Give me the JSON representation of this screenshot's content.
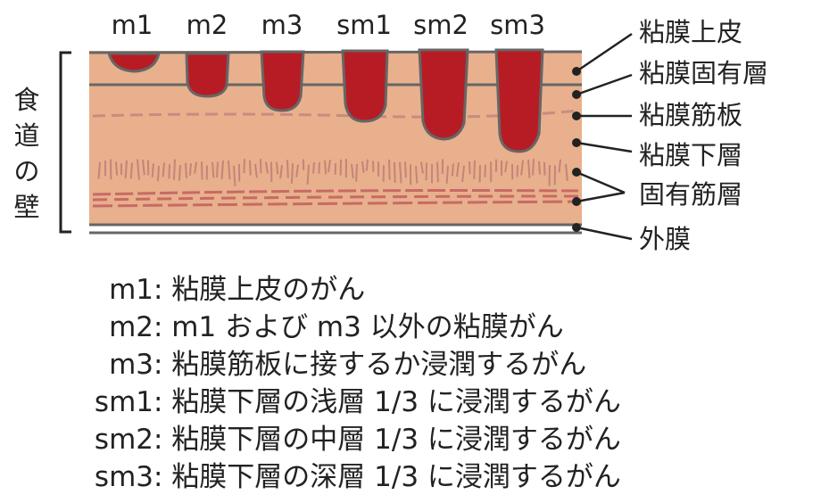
{
  "diagram": {
    "depth_labels": [
      "m1",
      "m2",
      "m3",
      "sm1",
      "sm2",
      "sm3"
    ],
    "wall_label": [
      "食",
      "道",
      "の",
      "壁"
    ],
    "layers": {
      "epithelium": "粘膜上皮",
      "lamina_propria": "粘膜固有層",
      "muscularis_mucosae": "粘膜筋板",
      "submucosa": "粘膜下層",
      "muscularis_propria": "固有筋層",
      "adventitia": "外膜"
    },
    "colors": {
      "tissue": "#e8b08c",
      "tumor": "#b71c25",
      "muscle_fibers": "#c7857a",
      "outline": "#666666"
    }
  },
  "legend": [
    {
      "code": "m1",
      "desc": ": 粘膜上皮のがん"
    },
    {
      "code": "m2",
      "desc": ": m1 および m3 以外の粘膜がん"
    },
    {
      "code": "m3",
      "desc": ": 粘膜筋板に接するか浸潤するがん"
    },
    {
      "code": "sm1",
      "desc": ": 粘膜下層の浅層 1/3 に浸潤するがん"
    },
    {
      "code": "sm2",
      "desc": ": 粘膜下層の中層 1/3 に浸潤するがん"
    },
    {
      "code": "sm3",
      "desc": ": 粘膜下層の深層 1/3 に浸潤するがん"
    }
  ]
}
